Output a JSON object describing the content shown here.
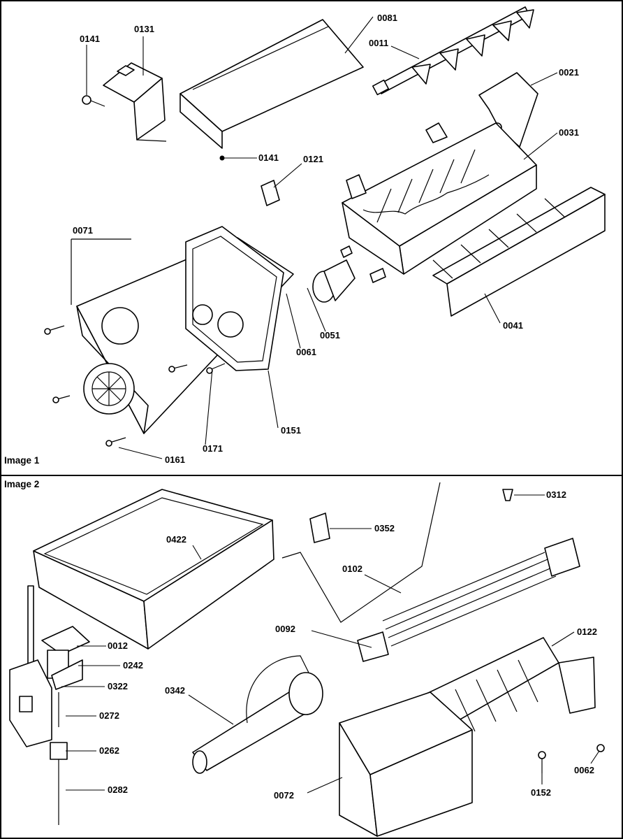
{
  "panels": [
    {
      "title": "Image 1"
    },
    {
      "title": "Image 2"
    }
  ],
  "image1_labels": {
    "p0141_a": "0141",
    "p0131": "0131",
    "p0081": "0081",
    "p0011": "0011",
    "p0021": "0021",
    "p0031": "0031",
    "p0141_b": "0141",
    "p0121": "0121",
    "p0071": "0071",
    "p0051": "0051",
    "p0061": "0061",
    "p0041": "0041",
    "p0151": "0151",
    "p0171": "0171",
    "p0161": "0161"
  },
  "image2_labels": {
    "p0312": "0312",
    "p0352": "0352",
    "p0422": "0422",
    "p0102": "0102",
    "p0092": "0092",
    "p0122": "0122",
    "p0012": "0012",
    "p0242": "0242",
    "p0322": "0322",
    "p0342": "0342",
    "p0272": "0272",
    "p0262": "0262",
    "p0282": "0282",
    "p0072": "0072",
    "p0152": "0152",
    "p0062": "0062"
  }
}
